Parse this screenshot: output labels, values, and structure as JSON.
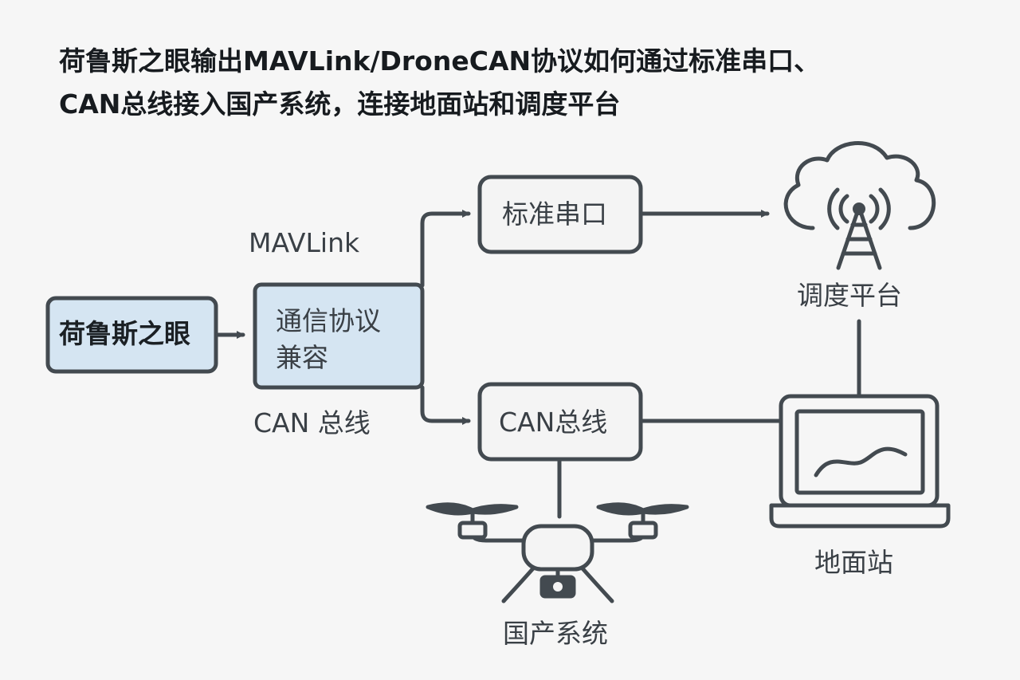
{
  "title": {
    "line1": "荷鲁斯之眼输出MAVLink/DroneCAN协议如何通过标准串口、",
    "line2": "CAN总线接入国产系统，连接地面站和调度平台"
  },
  "nodes": {
    "source": "荷鲁斯之眼",
    "protocol_line1": "通信协议",
    "protocol_line2": "兼容",
    "serial": "标准串口",
    "can": "CAN总线",
    "dispatch": "调度平台",
    "ground_station": "地面站",
    "domestic_system": "国产系统"
  },
  "edge_labels": {
    "mavlink": "MAVLink",
    "can_bus": "CAN 总线"
  },
  "colors": {
    "stroke": "#434a50",
    "highlight_fill": "#d5e5f2",
    "box_fill": "#f4f4f4",
    "background": "#f6f6f6"
  },
  "icons": {
    "dispatch": "cloud-antenna-icon",
    "ground_station": "laptop-icon",
    "domestic_system": "drone-icon"
  }
}
